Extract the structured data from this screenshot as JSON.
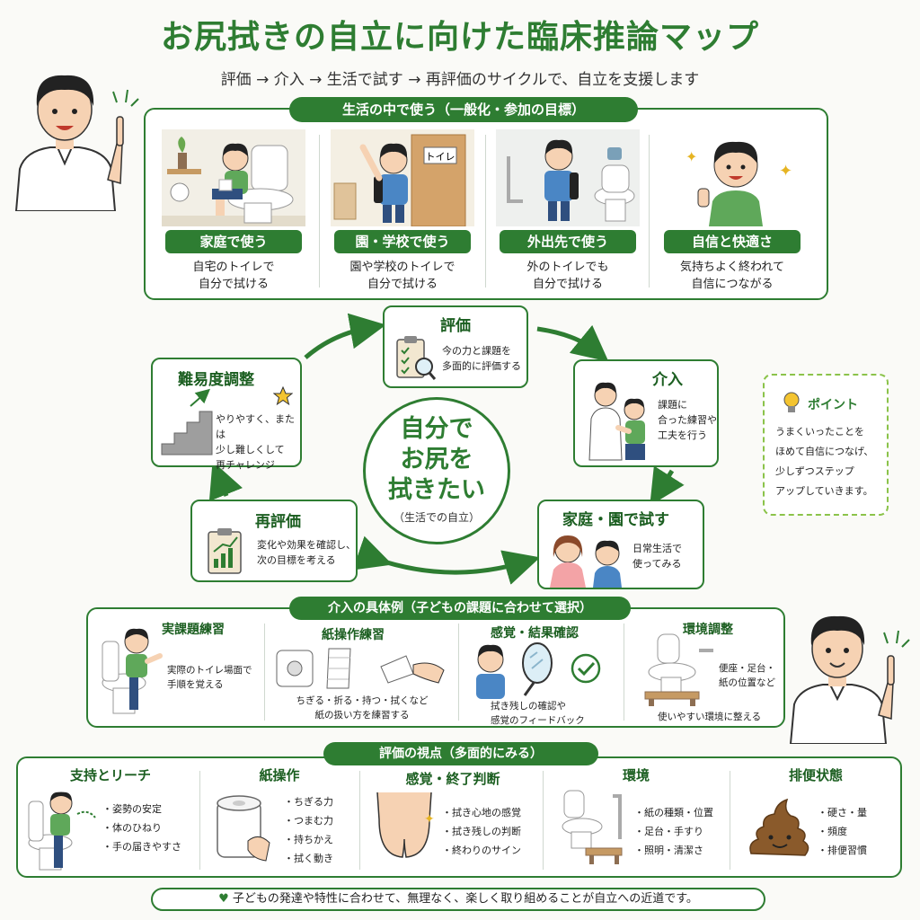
{
  "title": "お尻拭きの自立に向けた臨床推論マップ",
  "subtitle": "評価 → 介入 → 生活で試す → 再評価のサイクルで、自立を支援します",
  "top_section": {
    "heading": "生活の中で使う（一般化・参加の目標）",
    "cards": [
      {
        "label": "家庭で使う",
        "desc1": "自宅のトイレで",
        "desc2": "自分で拭ける"
      },
      {
        "label": "園・学校で使う",
        "desc1": "園や学校のトイレで",
        "desc2": "自分で拭ける",
        "sign": "トイレ"
      },
      {
        "label": "外出先で使う",
        "desc1": "外のトイレでも",
        "desc2": "自分で拭ける"
      },
      {
        "label": "自信と快適さ",
        "desc1": "気持ちよく終われて",
        "desc2": "自信につながる"
      }
    ]
  },
  "cycle": {
    "center": {
      "line1": "自分で",
      "line2": "お尻を",
      "line3": "拭きたい",
      "sub": "（生活での自立）"
    },
    "evaluation": {
      "title": "評価",
      "t1": "今の力と課題を",
      "t2": "多面的に評価する"
    },
    "intervention": {
      "title": "介入",
      "t1": "課題に",
      "t2": "合った練習や",
      "t3": "工夫を行う"
    },
    "try_home": {
      "title": "家庭・園で試す",
      "t1": "日常生活で",
      "t2": "使ってみる"
    },
    "reevaluation": {
      "title": "再評価",
      "t1": "変化や効果を確認し、",
      "t2": "次の目標を考える"
    },
    "difficulty": {
      "title": "難易度調整",
      "t1": "やりやすく、または",
      "t2": "少し難しくして",
      "t3": "再チャレンジ"
    }
  },
  "point": {
    "title": "ポイント",
    "t1": "うまくいったことを",
    "t2": "ほめて自信につなげ、",
    "t3": "少しずつステップ",
    "t4": "アップしていきます。"
  },
  "intervention_examples": {
    "heading": "介入の具体例（子どもの課題に合わせて選択）",
    "items": [
      {
        "title": "実課題練習",
        "t1": "実際のトイレ場面で",
        "t2": "手順を覚える"
      },
      {
        "title": "紙操作練習",
        "t1": "ちぎる・折る・持つ・拭くなど",
        "t2": "紙の扱い方を練習する"
      },
      {
        "title": "感覚・結果確認",
        "t1": "拭き残しの確認や",
        "t2": "感覚のフィードバック"
      },
      {
        "title": "環境調整",
        "t1": "便座・足台・",
        "t2": "紙の位置など",
        "t3": "使いやすい環境に整える"
      }
    ]
  },
  "assessment": {
    "heading": "評価の視点（多面的にみる）",
    "items": [
      {
        "title": "支持とリーチ",
        "list": [
          "・姿勢の安定",
          "・体のひねり",
          "・手の届きやすさ"
        ]
      },
      {
        "title": "紙操作",
        "list": [
          "・ちぎる力",
          "・つまむ力",
          "・持ちかえ",
          "・拭く動き"
        ]
      },
      {
        "title": "感覚・終了判断",
        "list": [
          "・拭き心地の感覚",
          "・拭き残しの判断",
          "・終わりのサイン"
        ]
      },
      {
        "title": "環境",
        "list": [
          "・紙の種類・位置",
          "・足台・手すり",
          "・照明・清潔さ"
        ]
      },
      {
        "title": "排便状態",
        "list": [
          "・硬さ・量",
          "・頻度",
          "・排便習慣"
        ]
      }
    ]
  },
  "footer": "子どもの発達や特性に合わせて、無理なく、楽しく取り組めることが自立への近道です。",
  "colors": {
    "accent": "#2e7d32",
    "light": "#8bc34a",
    "skin": "#f6d2b3"
  }
}
